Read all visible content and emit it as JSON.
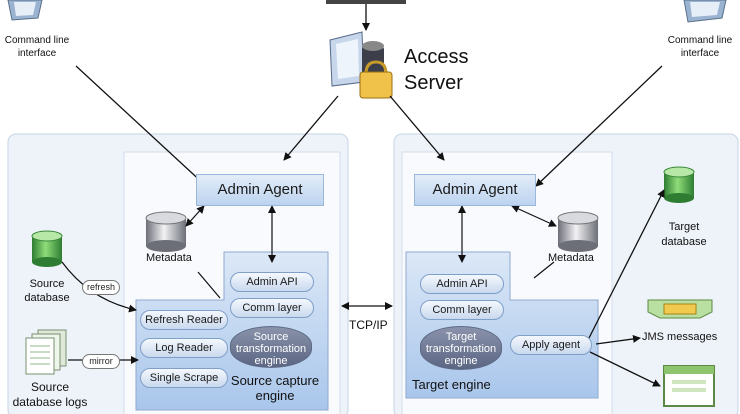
{
  "access_server": {
    "line1": "Access",
    "line2": "Server"
  },
  "command_line_left": {
    "line1": "Command line",
    "line2": "interface"
  },
  "command_line_right": {
    "line1": "Command line",
    "line2": "interface"
  },
  "source_side": {
    "admin_agent": "Admin Agent",
    "metadata": "Metadata",
    "source_database": {
      "line1": "Source",
      "line2": "database"
    },
    "source_database_logs": {
      "line1": "Source",
      "line2": "database logs"
    },
    "refresh_tag": "refresh",
    "mirror_tag": "mirror",
    "admin_api": "Admin API",
    "comm_layer": "Comm layer",
    "transformation_engine": {
      "line1": "Source",
      "line2": "transformation",
      "line3": "engine"
    },
    "refresh_reader": "Refresh Reader",
    "log_reader": "Log Reader",
    "single_scrape": "Single Scrape",
    "capture_engine": {
      "line1": "Source capture",
      "line2": "engine"
    }
  },
  "link_label": "TCP/IP",
  "target_side": {
    "admin_agent": "Admin Agent",
    "metadata": "Metadata",
    "admin_api": "Admin API",
    "comm_layer": "Comm layer",
    "transformation_engine": {
      "line1": "Target",
      "line2": "transformation",
      "line3": "engine"
    },
    "apply_agent": "Apply agent",
    "target_engine": "Target engine",
    "target_database": {
      "line1": "Target",
      "line2": "database"
    },
    "jms_messages": "JMS messages"
  },
  "colors": {
    "accent_blue": "#b9d3f0",
    "panel_bg": "#eef3f9",
    "db_green": "#4caf50"
  }
}
